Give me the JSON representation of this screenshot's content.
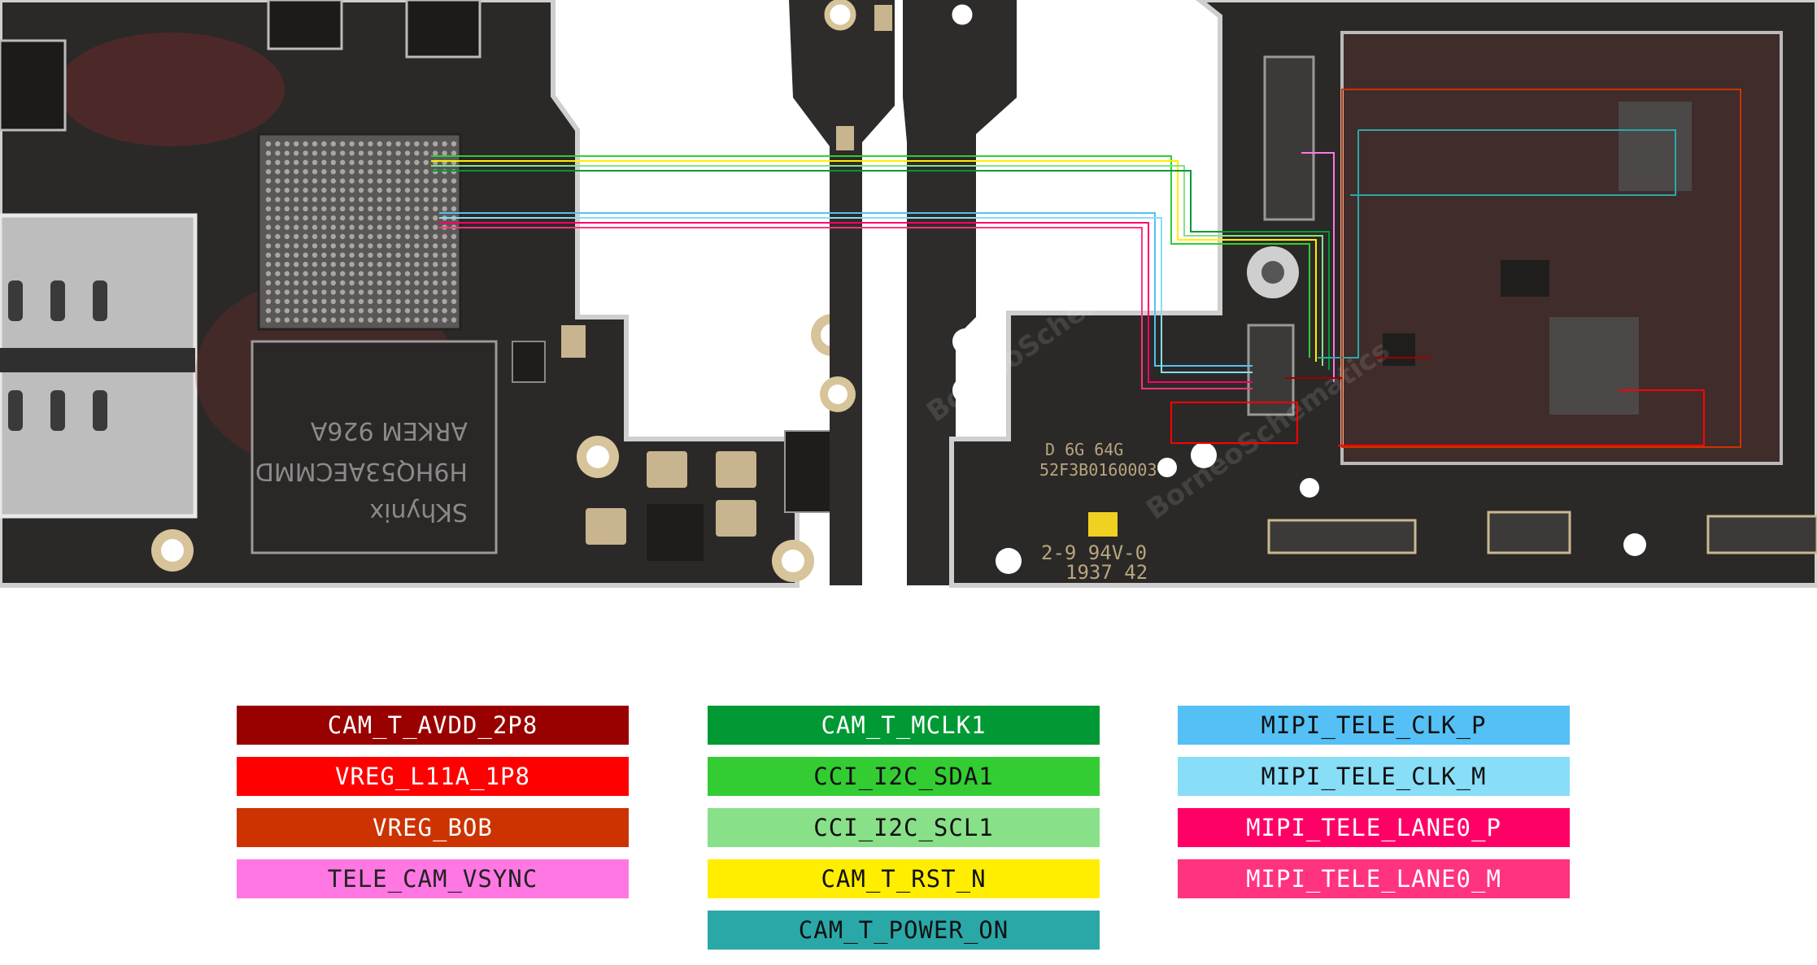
{
  "board": {
    "silk_text_1": "D 6G 64G",
    "silk_text_2": "52F3B0160003",
    "silk_text_3": "2-9 94V-0",
    "silk_text_4": "1937 42",
    "chip_text_1": "SKhynix",
    "chip_text_2": "H9HQ53AECMMD",
    "chip_text_3": "ARKEM 926A",
    "watermark": "BorneoSchematics"
  },
  "colors": {
    "board": "#2b2927",
    "pcb_edge": "#c9c9c9",
    "pad": "#d8c9a8"
  },
  "legend": {
    "col1": [
      {
        "label": "CAM_T_AVDD_2P8",
        "bg": "#990000",
        "fg": "#ffffff"
      },
      {
        "label": "VREG_L11A_1P8",
        "bg": "#ff0000",
        "fg": "#ffffff"
      },
      {
        "label": "VREG_BOB",
        "bg": "#cc3300",
        "fg": "#ffffff"
      },
      {
        "label": "TELE_CAM_VSYNC",
        "bg": "#ff77e3",
        "fg": "#222222"
      }
    ],
    "col2": [
      {
        "label": "CAM_T_MCLK1",
        "bg": "#009933",
        "fg": "#ffffff"
      },
      {
        "label": "CCI_I2C_SDA1",
        "bg": "#33cc33",
        "fg": "#111111"
      },
      {
        "label": "CCI_I2C_SCL1",
        "bg": "#88e088",
        "fg": "#111111"
      },
      {
        "label": "CAM_T_RST_N",
        "bg": "#ffee00",
        "fg": "#111111"
      },
      {
        "label": "CAM_T_POWER_ON",
        "bg": "#2aa8a8",
        "fg": "#111111"
      }
    ],
    "col3": [
      {
        "label": "MIPI_TELE_CLK_P",
        "bg": "#55c0f5",
        "fg": "#111111"
      },
      {
        "label": "MIPI_TELE_CLK_M",
        "bg": "#88ddf7",
        "fg": "#111111"
      },
      {
        "label": "MIPI_TELE_LANE0_P",
        "bg": "#ff0066",
        "fg": "#ffffff"
      },
      {
        "label": "MIPI_TELE_LANE0_M",
        "bg": "#ff3380",
        "fg": "#ffffff"
      }
    ]
  }
}
